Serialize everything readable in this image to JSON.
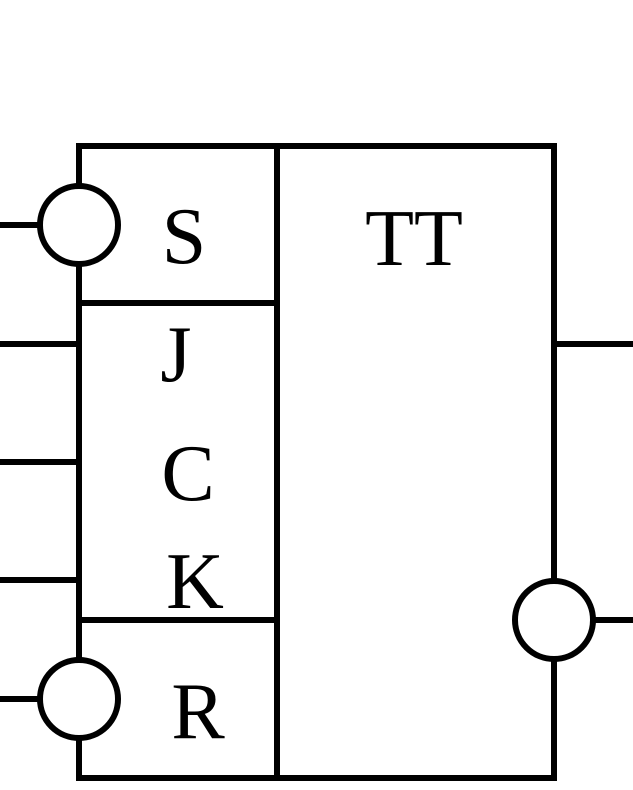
{
  "component": {
    "symbol": "TT",
    "inputs": {
      "set": "S",
      "j": "J",
      "clock": "C",
      "k": "K",
      "reset": "R"
    }
  },
  "colors": {
    "stroke": "#000000",
    "background": "#ffffff"
  }
}
